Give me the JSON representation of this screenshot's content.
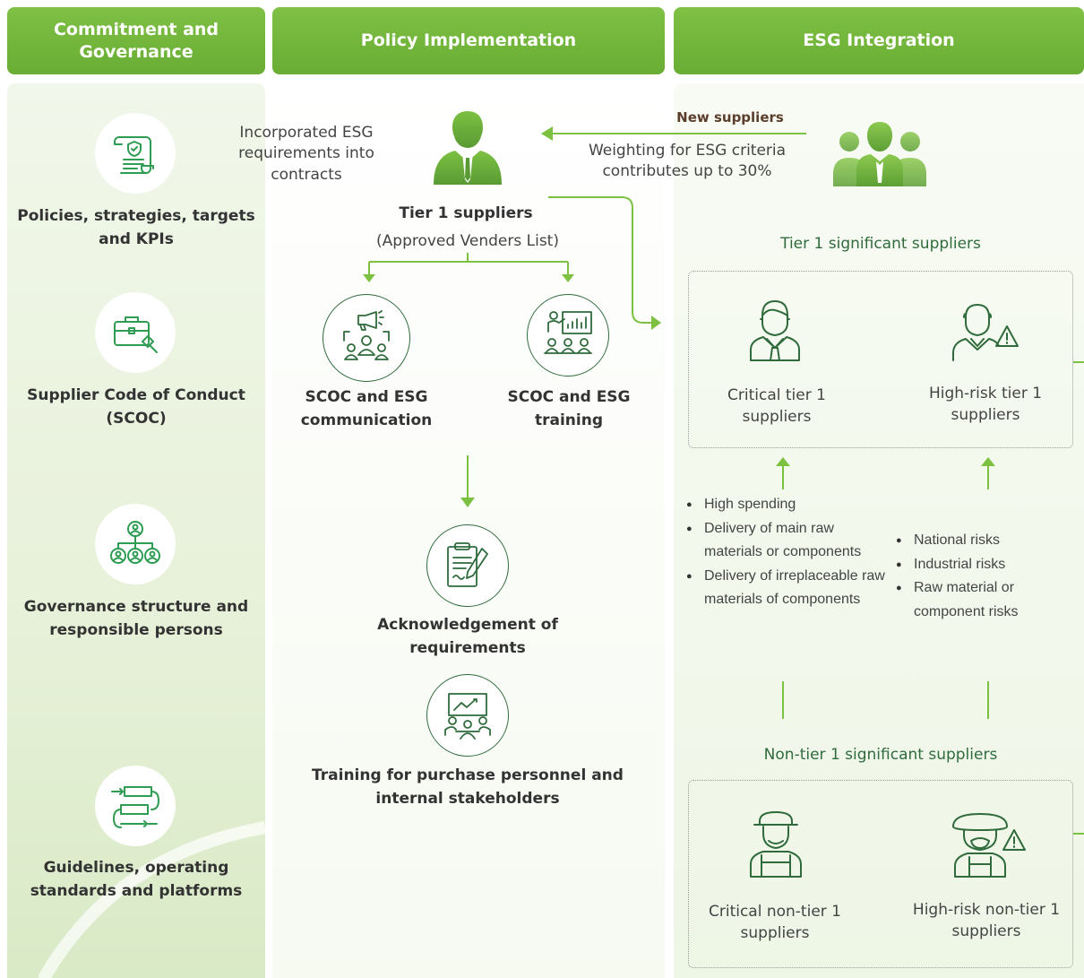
{
  "headers": {
    "col1": "Commitment and Governance",
    "col2": "Policy Implementation",
    "col3": "ESG Integration"
  },
  "commitment_items": [
    {
      "label": "Policies, strategies, targets and KPIs",
      "icon": "policy-scroll-icon"
    },
    {
      "label": "Supplier Code of Conduct (SCOC)",
      "icon": "briefcase-gavel-icon"
    },
    {
      "label": "Governance structure and responsible persons",
      "icon": "org-structure-icon"
    },
    {
      "label": "Guidelines, operating standards and platforms",
      "icon": "process-flow-icon"
    }
  ],
  "policy": {
    "contracts_note": "Incorporated ESG requirements into contracts",
    "tier1_title": "Tier 1 suppliers",
    "tier1_subtitle": "(Approved Venders List)",
    "communication": "SCOC and ESG communication",
    "training": "SCOC and ESG training",
    "acknowledgement": "Acknowledgement of requirements",
    "personnel_training": "Training for purchase personnel and internal stakeholders"
  },
  "esg": {
    "new_suppliers_title": "New suppliers",
    "weighting_note": "Weighting for ESG criteria contributes up to 30%",
    "tier1_significant": "Tier 1 significant suppliers",
    "critical_tier1": "Critical tier 1 suppliers",
    "highrisk_tier1": "High-risk tier 1 suppliers",
    "critical_criteria": [
      "High spending",
      "Delivery of main raw materials or components",
      "Delivery of irreplaceable raw materials of components"
    ],
    "risk_criteria": [
      "National risks",
      "Industrial risks",
      "Raw material or component risks"
    ],
    "non_tier1_significant": "Non-tier 1 significant suppliers",
    "critical_non_tier1": "Critical non-tier 1 suppliers",
    "highrisk_non_tier1": "High-risk non-tier 1 suppliers"
  },
  "colors": {
    "header_green": "#6fb33a",
    "arrow_green": "#7cc142",
    "icon_dark_green": "#2f6b3c",
    "label_green": "#2f6b3c"
  }
}
